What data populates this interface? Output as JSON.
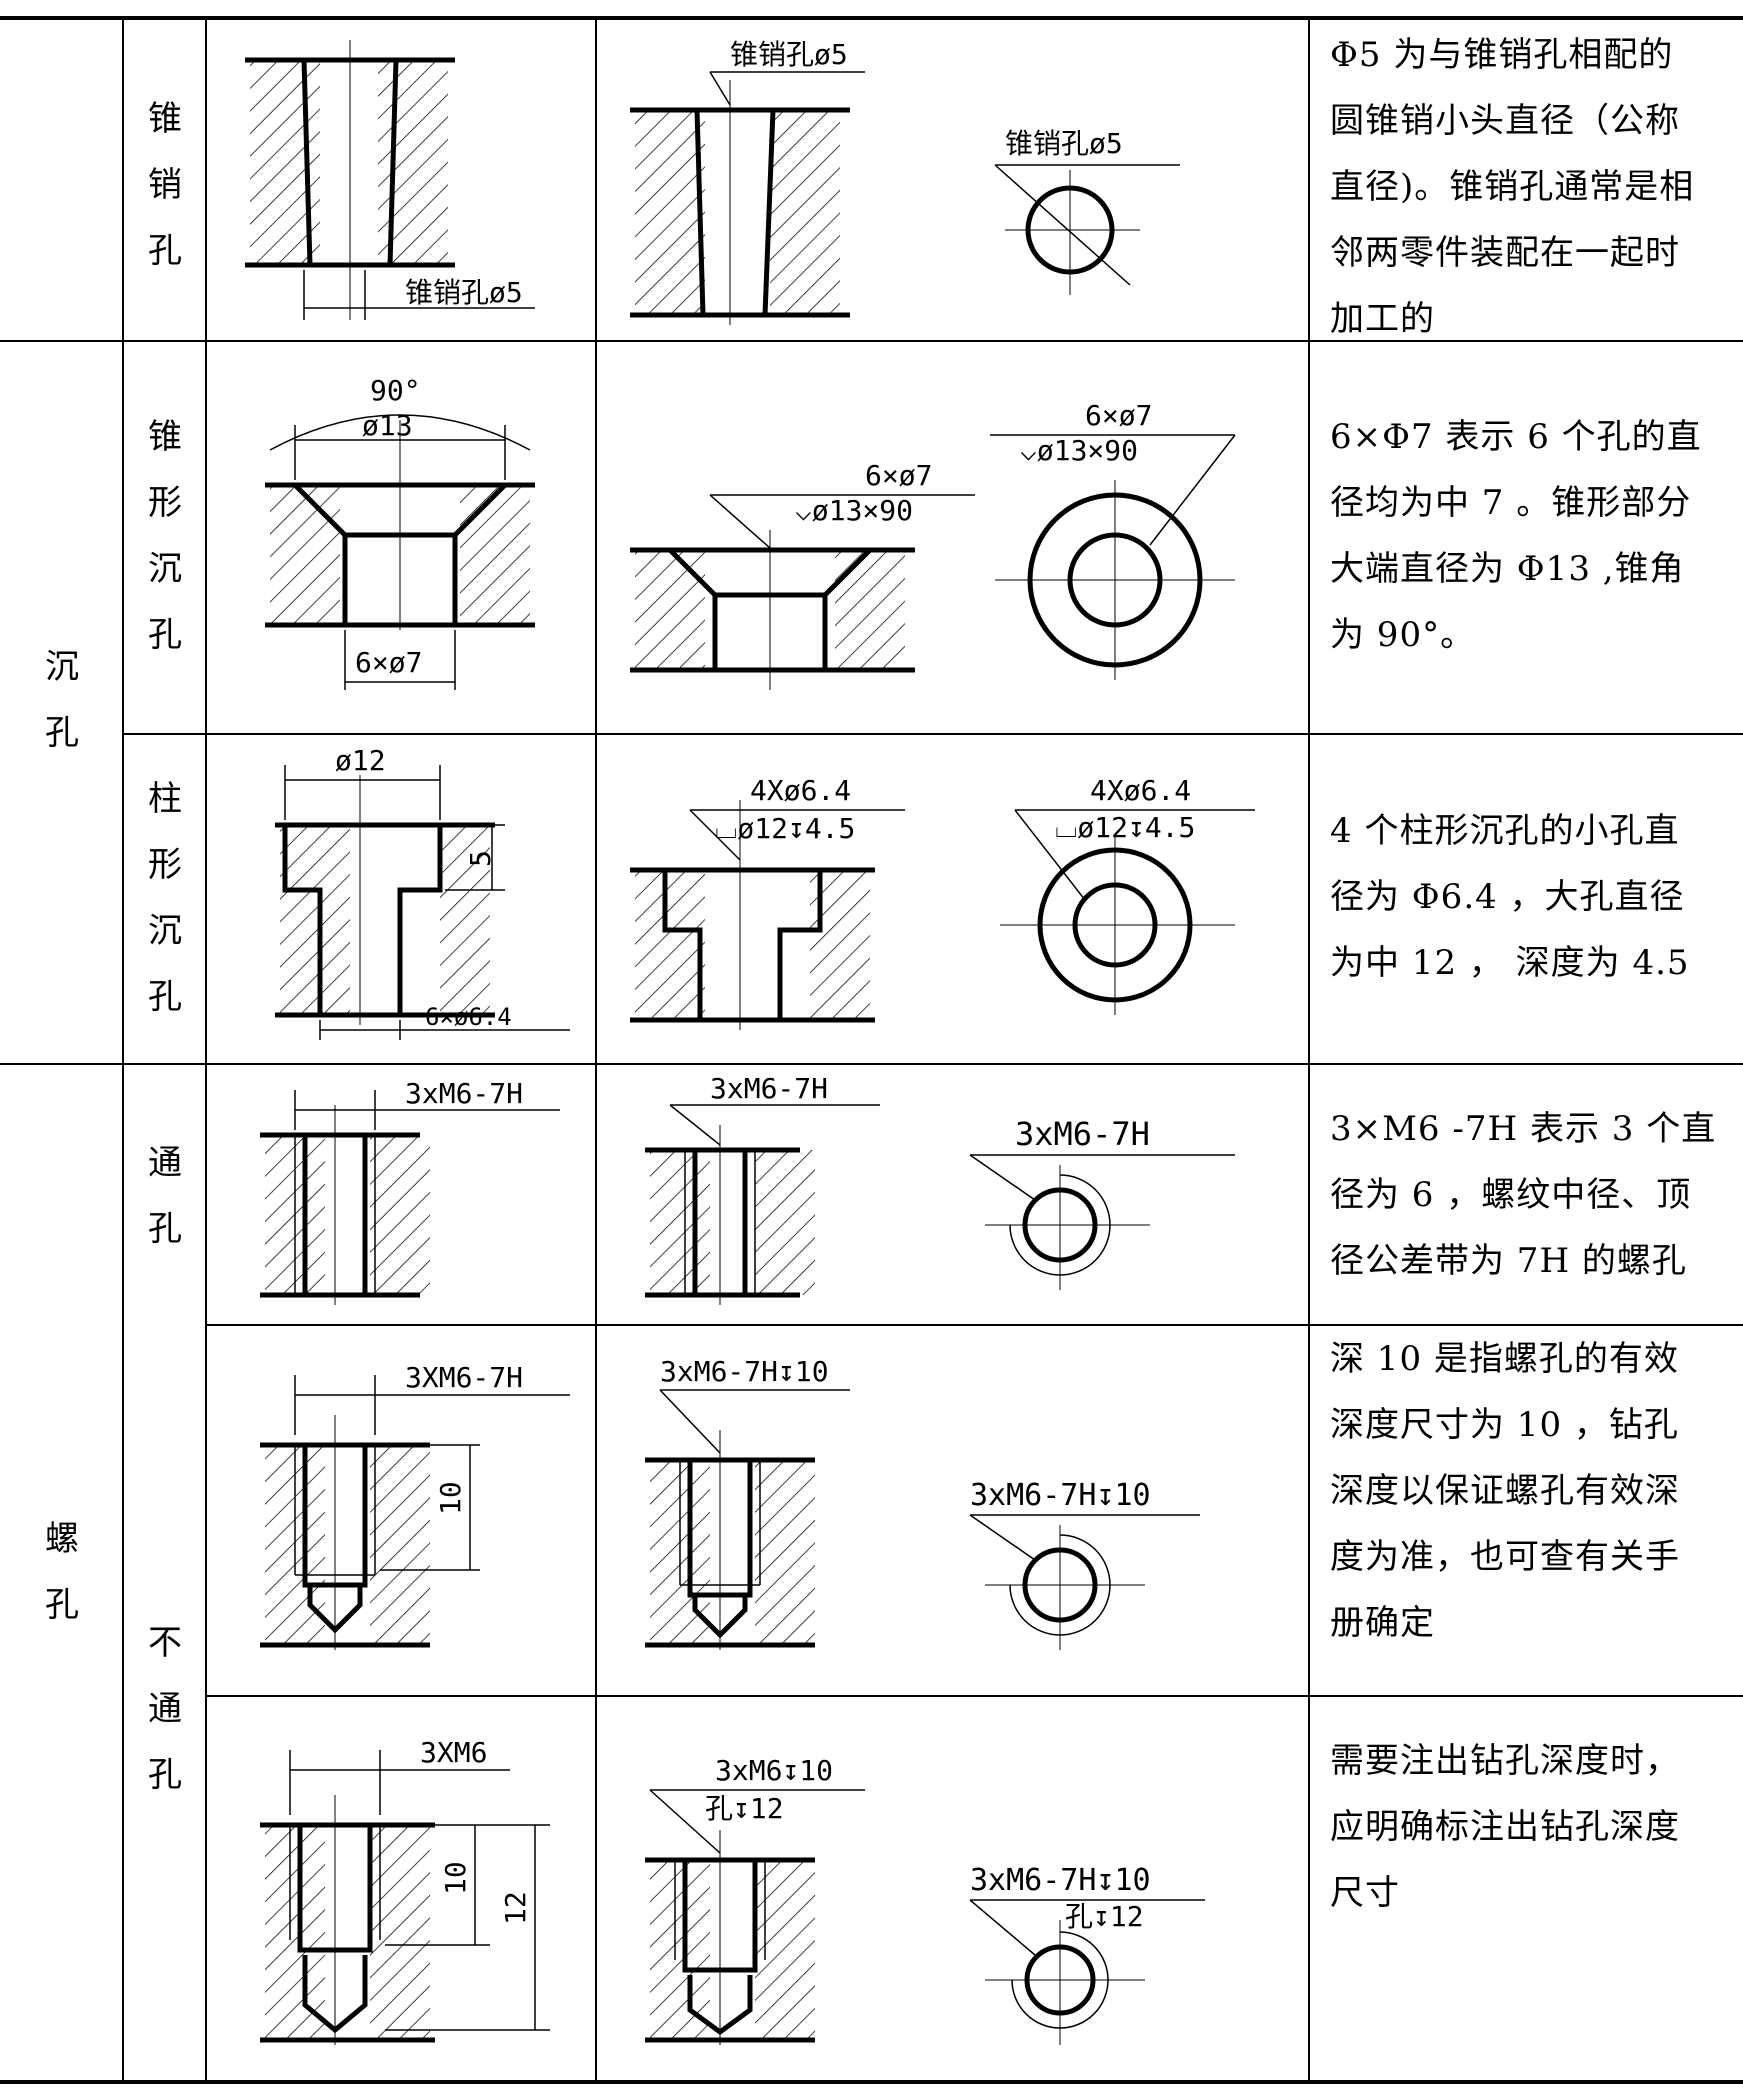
{
  "groups": {
    "sink": "沉孔",
    "screw": "螺孔",
    "blind": "不通孔"
  },
  "rows": [
    {
      "sub": "锥销孔",
      "desc": "Φ5 为与锥销孔相配的\n圆锥销小头直径（公称\n直径)。锥销孔通常是相\n邻两零件装配在一起时\n加工的",
      "a1": "锥销孔ø5",
      "b1": "锥销孔ø5",
      "c1": "锥销孔ø5"
    },
    {
      "sub": "锥形沉孔",
      "desc": "6×Φ7 表示 6 个孔的直\n径均为中 7 。锥形部分\n大端直径为 Φ13 ,锥角\n为 90°。",
      "a1": "90°",
      "a2": "ø13",
      "a3": "6×ø7",
      "b1": "6×ø7",
      "b2": "⌵ø13×90",
      "c1": "6×ø7",
      "c2": "⌵ø13×90"
    },
    {
      "sub": "柱形沉孔",
      "desc": "4 个柱形沉孔的小孔直\n径为 Φ6.4 ，大孔直径\n为中 12 ， 深度为 4.5",
      "a1": "ø12",
      "a2": "5",
      "a3": "6×ø6.4",
      "b1": "4Xø6.4",
      "b2": "⌴ø12↧4.5",
      "c1": "4Xø6.4",
      "c2": "⌴ø12↧4.5"
    },
    {
      "sub": "通孔",
      "desc": "3×M6 -7H 表示 3 个直\n径为 6 ，螺纹中径、顶\n径公差带为 7H 的螺孔",
      "a1": "3xM6-7H",
      "b1": "3xM6-7H",
      "c1": "3xM6-7H"
    },
    {
      "desc": "深 10 是指螺孔的有效\n深度尺寸为 10 ，钻孔\n深度以保证螺孔有效深\n度为准，也可查有关手\n册确定",
      "a1": "3XM6-7H",
      "a2": "10",
      "b1": "3xM6-7H↧10",
      "c1": "3xM6-7H↧10"
    },
    {
      "desc": "需要注出钻孔深度时，\n应明确标注出钻孔深度\n尺寸",
      "a1": "3XM6",
      "a2": "10",
      "a3": "12",
      "b1": "3xM6↧10",
      "b2": "孔↧12",
      "c1": "3xM6-7H↧10",
      "c2": "孔↧12"
    }
  ]
}
